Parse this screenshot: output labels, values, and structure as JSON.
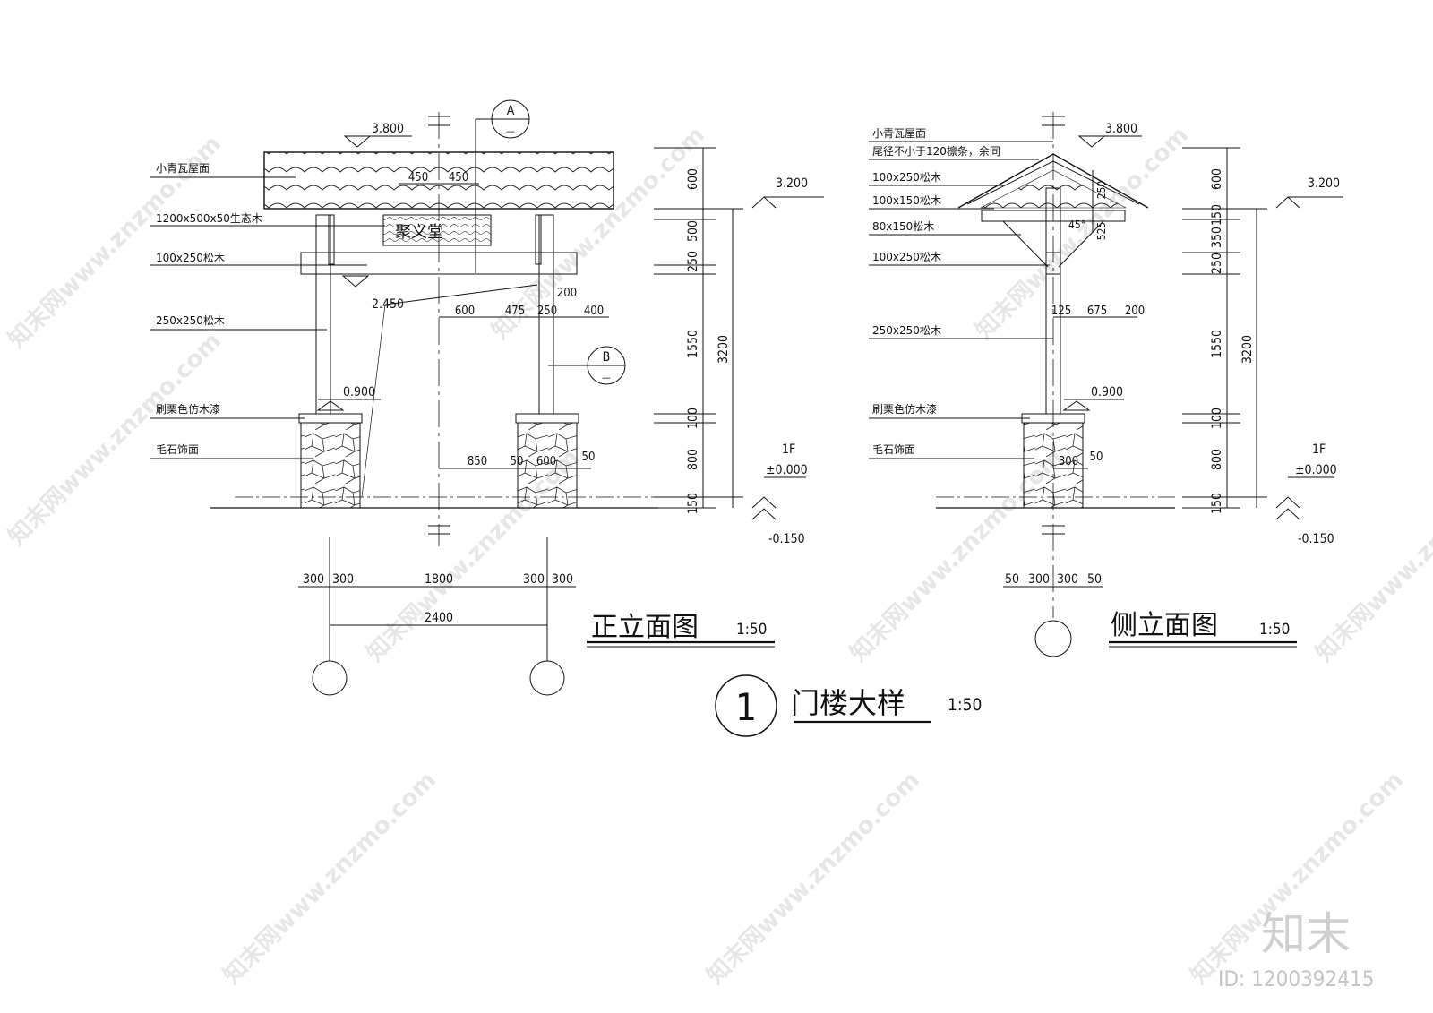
{
  "sheet": {
    "main_title": "门楼大样",
    "main_scale": "1:50",
    "detail_number": "1"
  },
  "front_view": {
    "title": "正立面图",
    "scale": "1:50",
    "sign_text": "聚义堂",
    "section_A": {
      "letter": "A",
      "dash": "—"
    },
    "section_B": {
      "letter": "B",
      "dash": "—"
    },
    "labels": [
      "小青瓦屋面",
      "1200x500x50生态木",
      "100x250松木",
      "250x250松木",
      "刷栗色仿木漆",
      "毛石饰面"
    ],
    "levels": {
      "top": "3.800",
      "beam": "2.450",
      "base": "0.900"
    },
    "dims_sign": [
      "450",
      "450"
    ],
    "dims_mid": [
      "600",
      "475",
      "250",
      "200",
      "400"
    ],
    "dims_base": [
      "850",
      "50",
      "600",
      "50"
    ],
    "dims_bottom": [
      "300",
      "300",
      "1800",
      "300",
      "300"
    ],
    "dim_total": "2400",
    "vertical_dims": [
      "600",
      "500",
      "250",
      "1550",
      "100",
      "800",
      "150"
    ],
    "vertical_total": "3200",
    "side_levels": {
      "top": "3.200",
      "floor_name": "1F",
      "floor": "±0.000",
      "ground": "-0.150"
    }
  },
  "side_view": {
    "title": "侧立面图",
    "scale": "1:50",
    "labels": [
      "小青瓦屋面",
      "尾径不小于120檩条，余同",
      "100x250松木",
      "100x150松木",
      "80x150松木",
      "100x250松木",
      "250x250松木",
      "刷栗色仿木漆",
      "毛石饰面"
    ],
    "levels": {
      "top": "3.800",
      "base": "0.900"
    },
    "roof_dims": [
      "250",
      "525",
      "45°"
    ],
    "dims_mid": [
      "125",
      "675",
      "200"
    ],
    "dims_base": [
      "300",
      "50"
    ],
    "dims_bottom": [
      "50",
      "300",
      "300",
      "50"
    ],
    "vertical_dims": [
      "600",
      "150",
      "350",
      "250",
      "1550",
      "100",
      "800",
      "150"
    ],
    "vertical_total": "3200",
    "side_levels": {
      "top": "3.200",
      "floor_name": "1F",
      "floor": "±0.000",
      "ground": "-0.150"
    }
  },
  "watermark": {
    "text": "知末网www.znzmo.com",
    "logo": "知末",
    "id": "ID: 1200392415"
  }
}
